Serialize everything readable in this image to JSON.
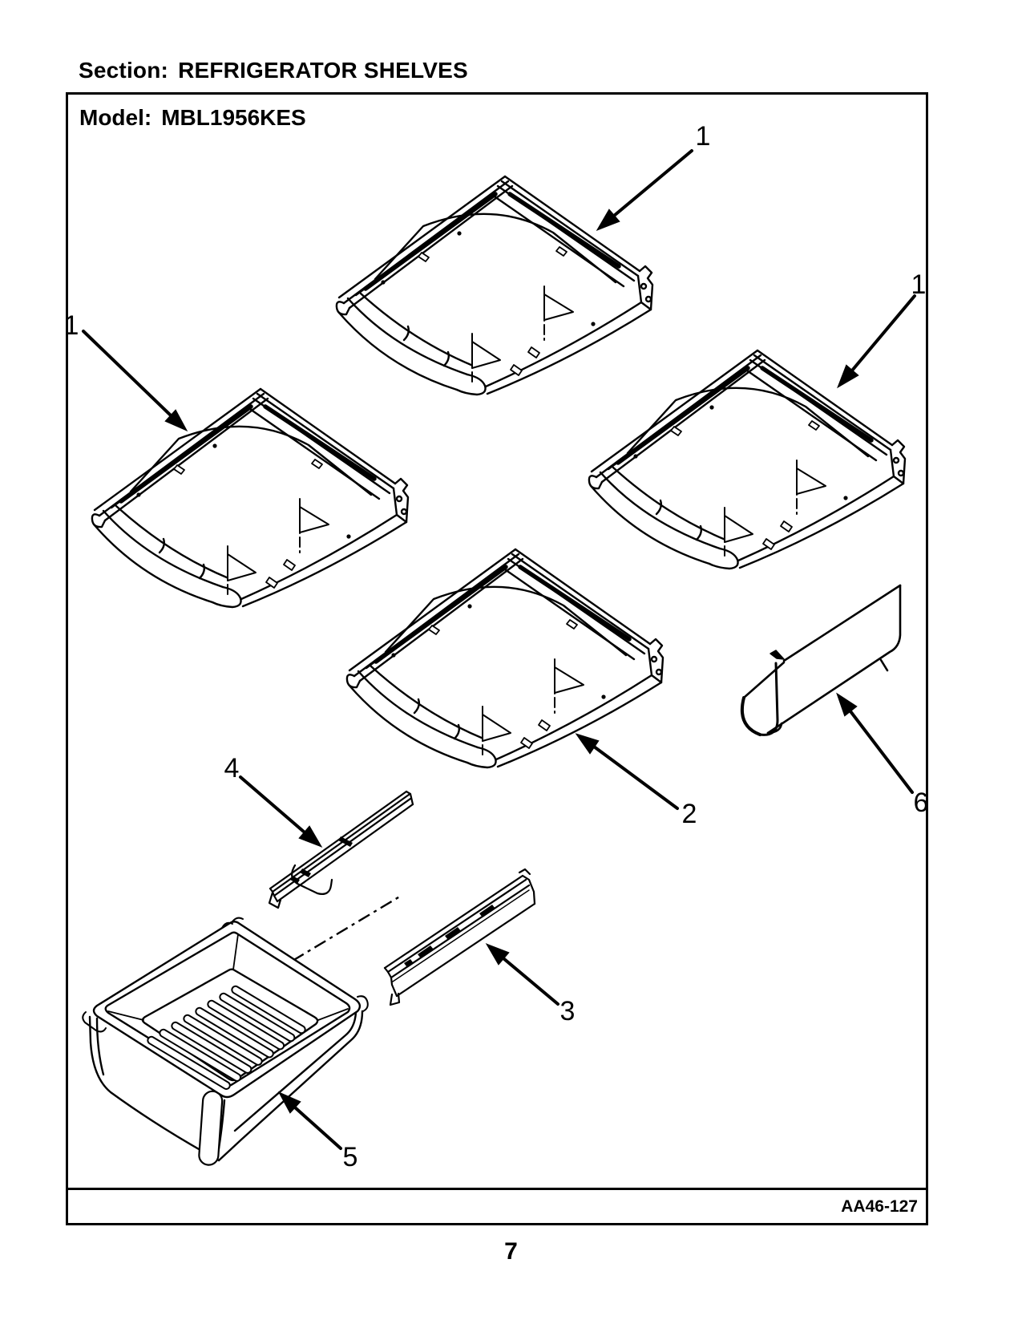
{
  "page": {
    "section_label": "Section:",
    "section_title": "REFRIGERATOR SHELVES",
    "model_label": "Model:",
    "model_value": "MBL1956KES",
    "doc_code": "AA46-127",
    "page_number": "7"
  },
  "callouts": [
    {
      "label": "1"
    },
    {
      "label": "1"
    },
    {
      "label": "1"
    },
    {
      "label": "2"
    },
    {
      "label": "3"
    },
    {
      "label": "4"
    },
    {
      "label": "5"
    },
    {
      "label": "6"
    }
  ]
}
